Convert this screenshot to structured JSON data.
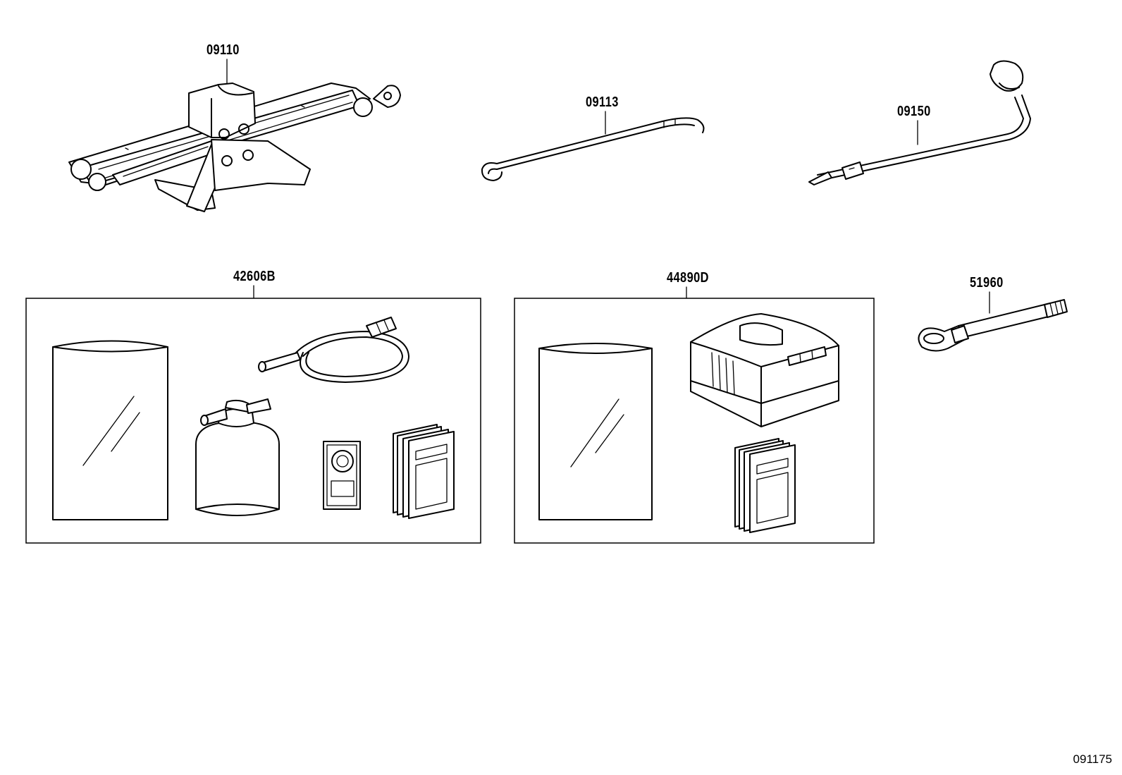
{
  "parts": {
    "jack": "09110",
    "jack_handle": "09113",
    "lug_wrench": "09150",
    "repair_kit": "42606B",
    "compressor_kit": "44890D",
    "towing_eye": "51960"
  },
  "diagram_id": "091175"
}
